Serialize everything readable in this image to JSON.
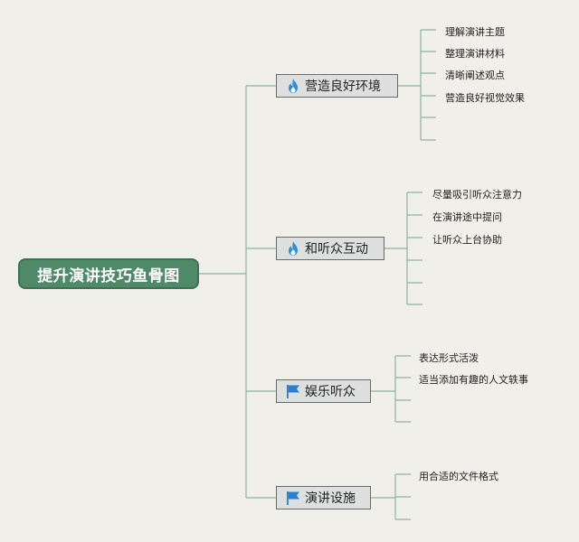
{
  "root": {
    "label": "提升演讲技巧鱼骨图"
  },
  "branches": [
    {
      "label": "营造良好环境",
      "icon": "fire-icon",
      "items": [
        "理解演讲主题",
        "整理演讲材料",
        "清晰阐述观点",
        "营造良好视觉效果",
        "",
        ""
      ]
    },
    {
      "label": "和听众互动",
      "icon": "fire-icon",
      "items": [
        "尽量吸引听众注意力",
        "在演讲途中提问",
        "让听众上台协助",
        "",
        "",
        ""
      ]
    },
    {
      "label": "娱乐听众",
      "icon": "flag-icon",
      "items": [
        "表达形式活泼",
        "适当添加有趣的人文轶事",
        "",
        ""
      ]
    },
    {
      "label": "演讲设施",
      "icon": "flag-icon",
      "items": [
        "用合适的文件格式",
        "",
        ""
      ]
    }
  ],
  "colors": {
    "background": "#f1efe9",
    "root_fill": "#4e8a67",
    "connector": "#8cb49c",
    "fire_icon": "#2f8fd8",
    "flag_icon": "#2a7fd1"
  }
}
